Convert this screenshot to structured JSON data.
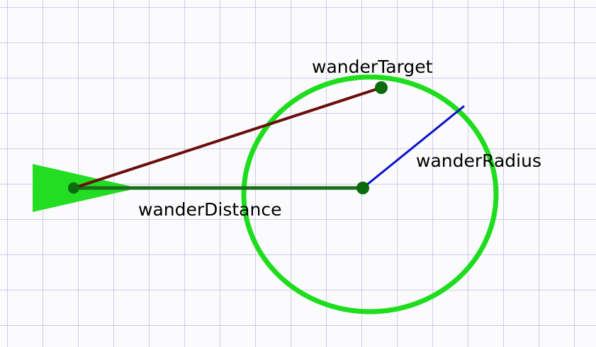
{
  "labels": {
    "wander_target": "wanderTarget",
    "wander_radius": "wanderRadius",
    "wander_distance": "wanderDistance"
  },
  "colors": {
    "paper": "#fbfbfd",
    "grid_line": "#b4b4d2",
    "agent_fill": "#22dd22",
    "circle_stroke": "#1ddd1d",
    "distance_line": "#1b6e1b",
    "target_line": "#6b0d0d",
    "radius_line": "#0a12c8",
    "point": "#0b6a0b"
  }
}
